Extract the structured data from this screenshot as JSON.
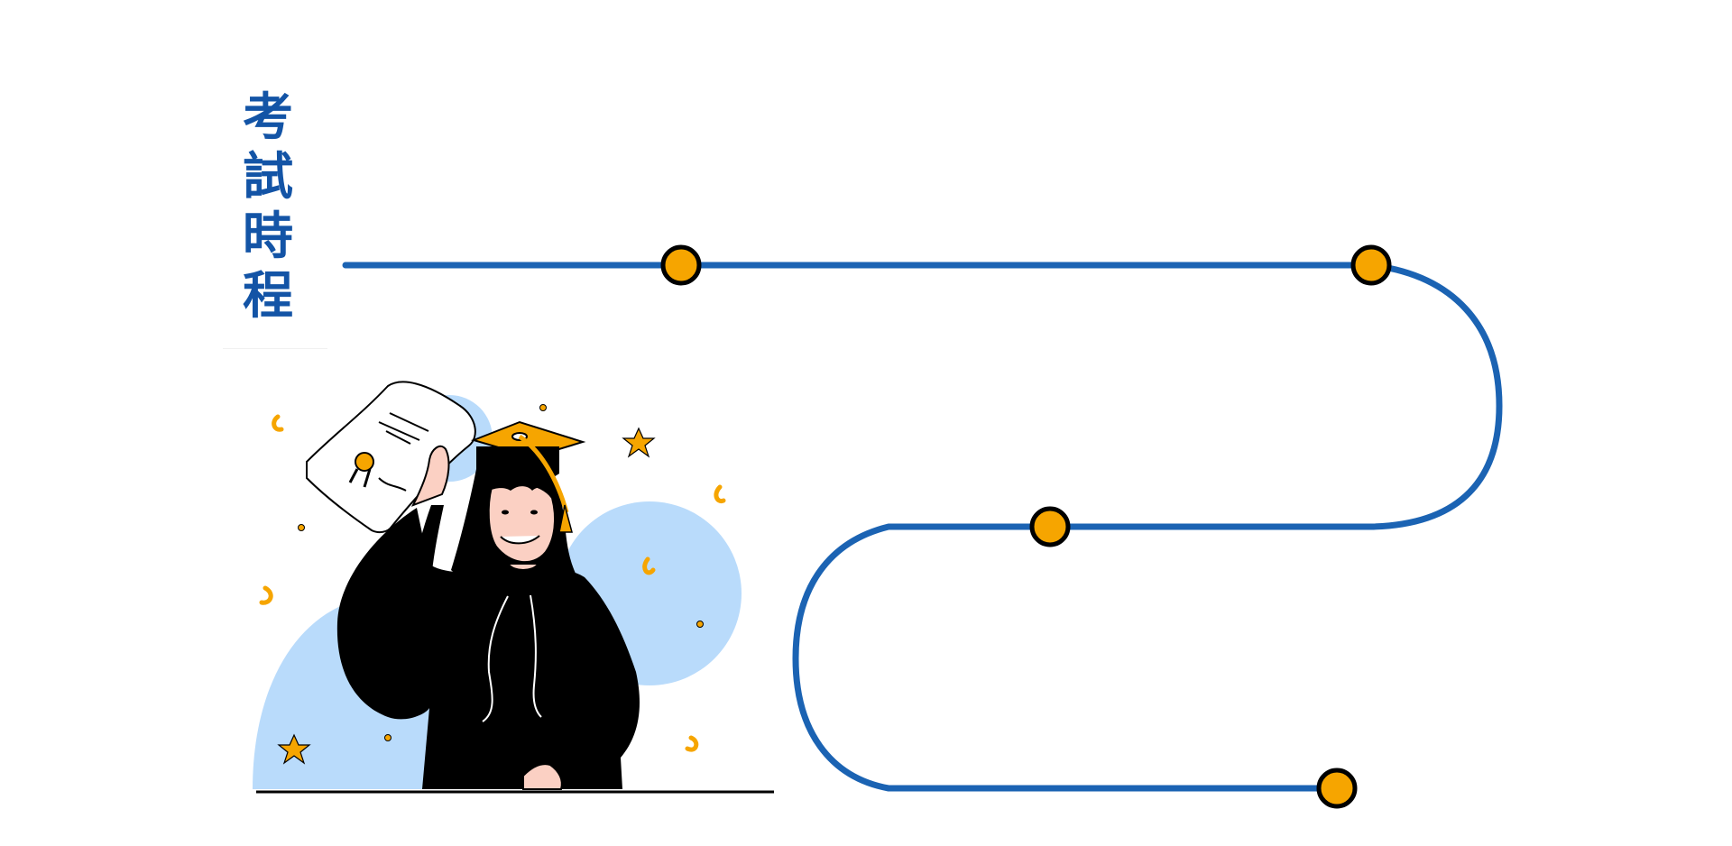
{
  "title": {
    "text": "考\n試\n時\n程"
  },
  "colors": {
    "accent_blue": "#1b63b3",
    "title_blue": "#1354a6",
    "marker_orange": "#f6a500",
    "light_blue": "#b9dbfb",
    "black": "#000000"
  },
  "timeline": {
    "markers": [
      "marker-1",
      "marker-2",
      "marker-3",
      "marker-4"
    ]
  },
  "illustration": {
    "subject": "graduate",
    "icons": [
      "graduation-cap-icon",
      "diploma-icon",
      "star-icon",
      "confetti-icon"
    ]
  }
}
